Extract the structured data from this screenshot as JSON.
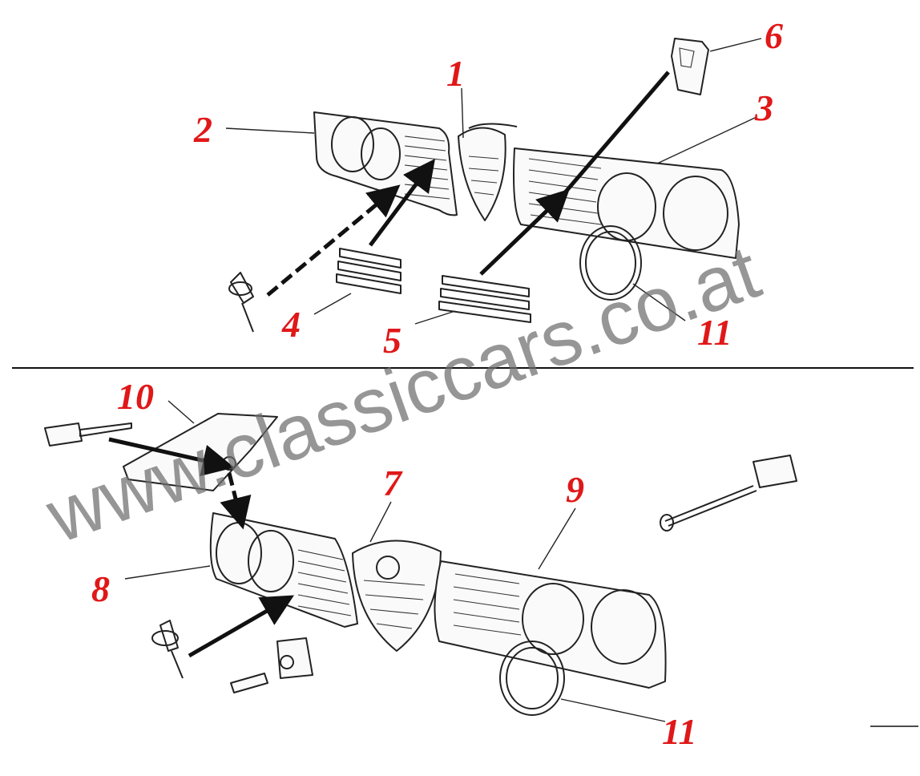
{
  "watermark": "www.classiccars.co.at",
  "colors": {
    "callout": "#e01818",
    "linework": "#222222",
    "watermark": "#6e6e6e"
  },
  "callouts": [
    "1",
    "2",
    "3",
    "4",
    "5",
    "6",
    "7",
    "8",
    "9",
    "10",
    "11",
    "11"
  ]
}
